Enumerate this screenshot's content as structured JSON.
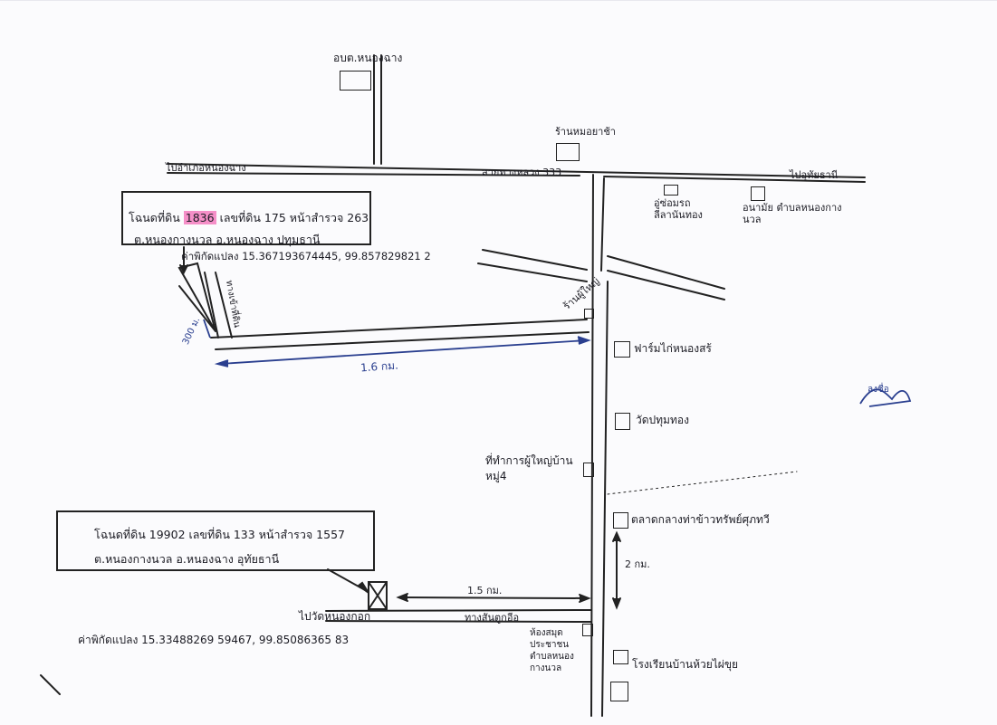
{
  "landmarks": {
    "district_office": "อบต.หนองฉาง",
    "shop_top": "ร้านหมอยาช้า",
    "route_label": "สายทางหลวง 333",
    "to_nongchang_left": "ไปอำเภอหนองฉาง",
    "to_uthaithani": "ไปอุทัยธานี",
    "repair_shop": "อู่ซ่อมรถ ลีลานันทอง",
    "sanitation": "อนามัย ตำบลหนองกางนวล",
    "small_shop": "ร้านผู้ใหญ่",
    "chicken_farm": "ฟาร์มไก่หนองสร้",
    "temple": "วัดปทุมทอง",
    "village_head": "ที่ทำการผู้ใหญ่บ้าน หมู่4",
    "rice_market": "ตลาดกลางท่าข้าวทรัพย์ศุภทวี",
    "to_temple_bottom": "ไปวัดหนองกอก",
    "road_bottom_right": "ทางสันตูกอีอ",
    "subdistrict_office": "ห้องสมุดประชาชน ตำบลหนองกางนวล",
    "school": "โรงเรียนบ้านห้วยไผ่ขุย"
  },
  "top_box": {
    "line1_pre": "โฉนดที่ดิน",
    "line1_highlight": "1836",
    "line1_post": "เลขที่ดิน 175 หน้าสำรวจ 263",
    "line2": "ต.หนองกางนวล อ.หนองฉาง ปทุมธานี"
  },
  "top_coords": "ค่าพิกัดแปลง 15.367193674445, 99.857829821 2",
  "bottom_box": {
    "line1": "โฉนดที่ดิน 19902 เลขที่ดิน 133 หน้าสำรวจ 1557",
    "line2": "ต.หนองกางนวล อ.หนองฉาง อุทัยธานี"
  },
  "bottom_coords": "ค่าพิกัดแปลง 15.33488269 59467, 99.85086365 83",
  "distances": {
    "top_horizontal": "1.6 กม.",
    "bottom_horizontal": "1.5 กม.",
    "vertical_right": "2 กม.",
    "small_left": "300 ม."
  },
  "side_road": "ทางเข้าที่ดิน",
  "signature": "ลงชื่อ",
  "colors": {
    "ink": "#222222",
    "highlight": "#f58fc8",
    "blue_ink": "#2a3f8f"
  }
}
